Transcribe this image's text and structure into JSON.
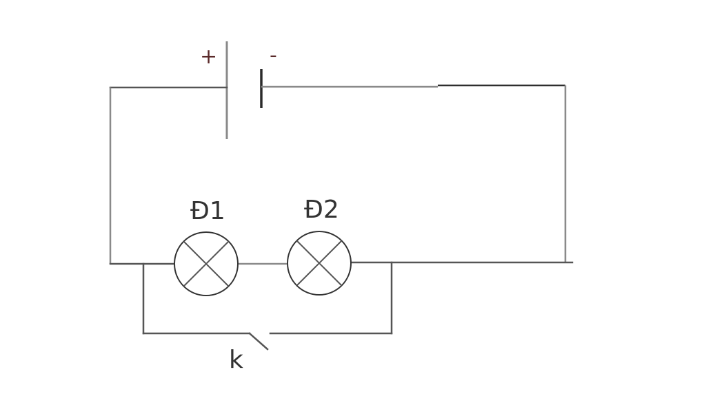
{
  "battery": {
    "positive_label": "+",
    "negative_label": "-"
  },
  "lamps": [
    {
      "label": "Đ1"
    },
    {
      "label": "Đ2"
    }
  ],
  "switch": {
    "label": "k",
    "state": "open"
  },
  "colors": {
    "wire": "#555555",
    "background": "#ffffff"
  }
}
